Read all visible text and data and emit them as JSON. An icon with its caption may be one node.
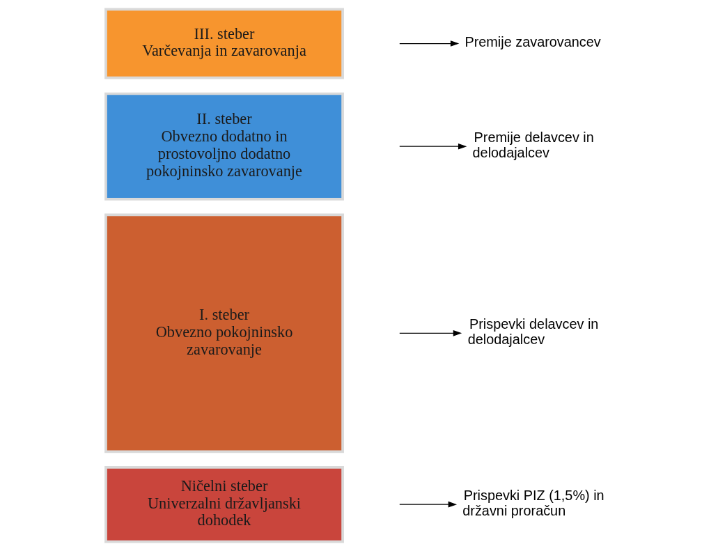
{
  "diagram": {
    "nodes": [
      {
        "text": [
          "III. steber",
          "Varčevanja in zavarovanja"
        ]
      },
      {
        "text": [
          "II. steber",
          "Obvezno dodatno in prostovoljno dodatno pokojninsko zavarovanje"
        ]
      },
      {
        "text": [
          "I. steber",
          "Obvezno pokojninsko zavarovanje"
        ]
      },
      {
        "text": [
          "Ničelni steber",
          "Univerzalni državljanski dohodek"
        ]
      },
      {
        "text": [
          "Premije zavarovancev"
        ]
      },
      {
        "text": [
          "Premije delavcev in delodajalcev"
        ]
      },
      {
        "text": [
          "Prispevki delavcev in delodajalcev"
        ]
      },
      {
        "text": [
          "Prispevki PIZ (1,5%) in državni proračun"
        ]
      }
    ],
    "edges": [
      {
        "from": null,
        "to": 4,
        "arrow": "to"
      },
      {
        "from": null,
        "to": 5,
        "arrow": "to"
      },
      {
        "from": null,
        "to": 6,
        "arrow": "to"
      },
      {
        "from": null,
        "to": 7,
        "arrow": "to"
      }
    ]
  }
}
